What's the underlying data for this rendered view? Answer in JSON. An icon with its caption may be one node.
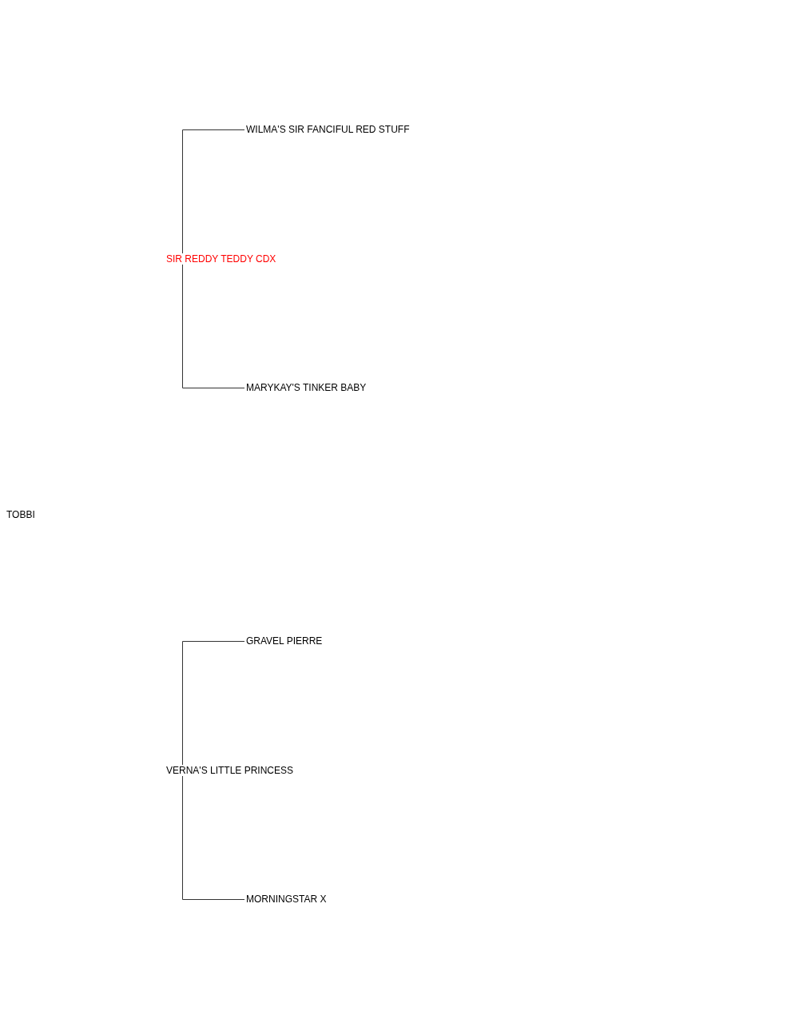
{
  "diagram": {
    "nodes": [
      {
        "text": [
          "TOBBI"
        ]
      },
      {
        "text": [
          "SIR REDDY TEDDY CDX"
        ]
      },
      {
        "text": [
          "WILMA'S SIR FANCIFUL RED STUFF"
        ]
      },
      {
        "text": [
          "MARYKAY'S TINKER BABY"
        ]
      },
      {
        "text": [
          "VERNA'S LITTLE PRINCESS"
        ]
      },
      {
        "text": [
          "GRAVEL PIERRE"
        ]
      },
      {
        "text": [
          "MORNINGSTAR X"
        ]
      }
    ],
    "edges": [
      {
        "from": 1,
        "to": 2,
        "arrow": "none"
      },
      {
        "from": 1,
        "to": 3,
        "arrow": "none"
      },
      {
        "from": 4,
        "to": 5,
        "arrow": "none"
      },
      {
        "from": 4,
        "to": 6,
        "arrow": "none"
      }
    ]
  }
}
